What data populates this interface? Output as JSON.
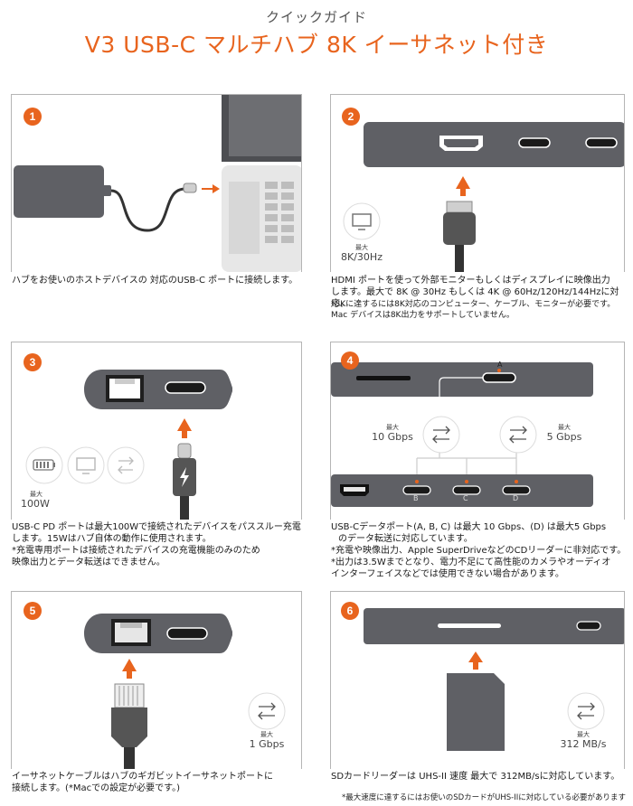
{
  "header": {
    "subtitle": "クイックガイド",
    "title": "V3 USB-C マルチハブ 8K イーサネット付き"
  },
  "colors": {
    "accent": "#e8641e",
    "hub_gray": "#5f6065",
    "frame": "#b5b5b5"
  },
  "steps": [
    {
      "number": "1",
      "caption": [
        "ハブをお使いのホストデバイスの 対応のUSB-C ポートに接続します。"
      ]
    },
    {
      "number": "2",
      "spec_label": "最大",
      "spec_value": "8K/30Hz",
      "caption": [
        "HDMI ポートを使って外部モニターもしくはディスプレイに映像出力",
        "します。最大で 8K @ 30Hz もしくは 4K @ 60Hz/120Hz/144Hzに対応。"
      ],
      "notes": [
        "*8Kに達するには8K対応のコンピューター、ケーブル、モニターが必要です。",
        "Mac デバイスは8K出力をサポートしていません。"
      ]
    },
    {
      "number": "3",
      "spec_label": "最大",
      "spec_value": "100W",
      "caption": [
        "USB-C PD ポートは最大100Wで接続されたデバイスをパススルー充電",
        "します。15Wはハブ自体の動作に使用されます。",
        "*充電専用ポートは接続されたデバイスの充電機能のみのため",
        " 映像出力とデータ転送はできません。"
      ]
    },
    {
      "number": "4",
      "port_labels": [
        "A",
        "B",
        "C",
        "D"
      ],
      "spec_left_label": "最大",
      "spec_left_value": "10 Gbps",
      "spec_right_label": "最大",
      "spec_right_value": "5 Gbps",
      "caption": [
        "USB-Cデータポート(A, B, C) は最大 10 Gbps、(D) は最大5 Gbps",
        "のデータ転送に対応しています。",
        "*充電や映像出力、Apple SuperDriveなどのCDリーダーに非対応です。",
        "*出力は3.5Wまでとなり、電力不足にて高性能のカメラやオーディオ",
        "インターフェイスなどでは使用できない場合があります。"
      ]
    },
    {
      "number": "5",
      "spec_label": "最大",
      "spec_value": "1 Gbps",
      "caption": [
        "イーサネットケーブルはハブのギガビットイーサネットポートに",
        "接続します。(*Macでの設定が必要です。)"
      ]
    },
    {
      "number": "6",
      "spec_label": "最大",
      "spec_value": "312 MB/s",
      "caption": [
        "SDカードリーダーは UHS-II 速度 最大で 312MB/sに対応しています。"
      ]
    }
  ],
  "footnote": "*最大速度に達するにはお使いのSDカードがUHS-IIに対応している必要があります"
}
